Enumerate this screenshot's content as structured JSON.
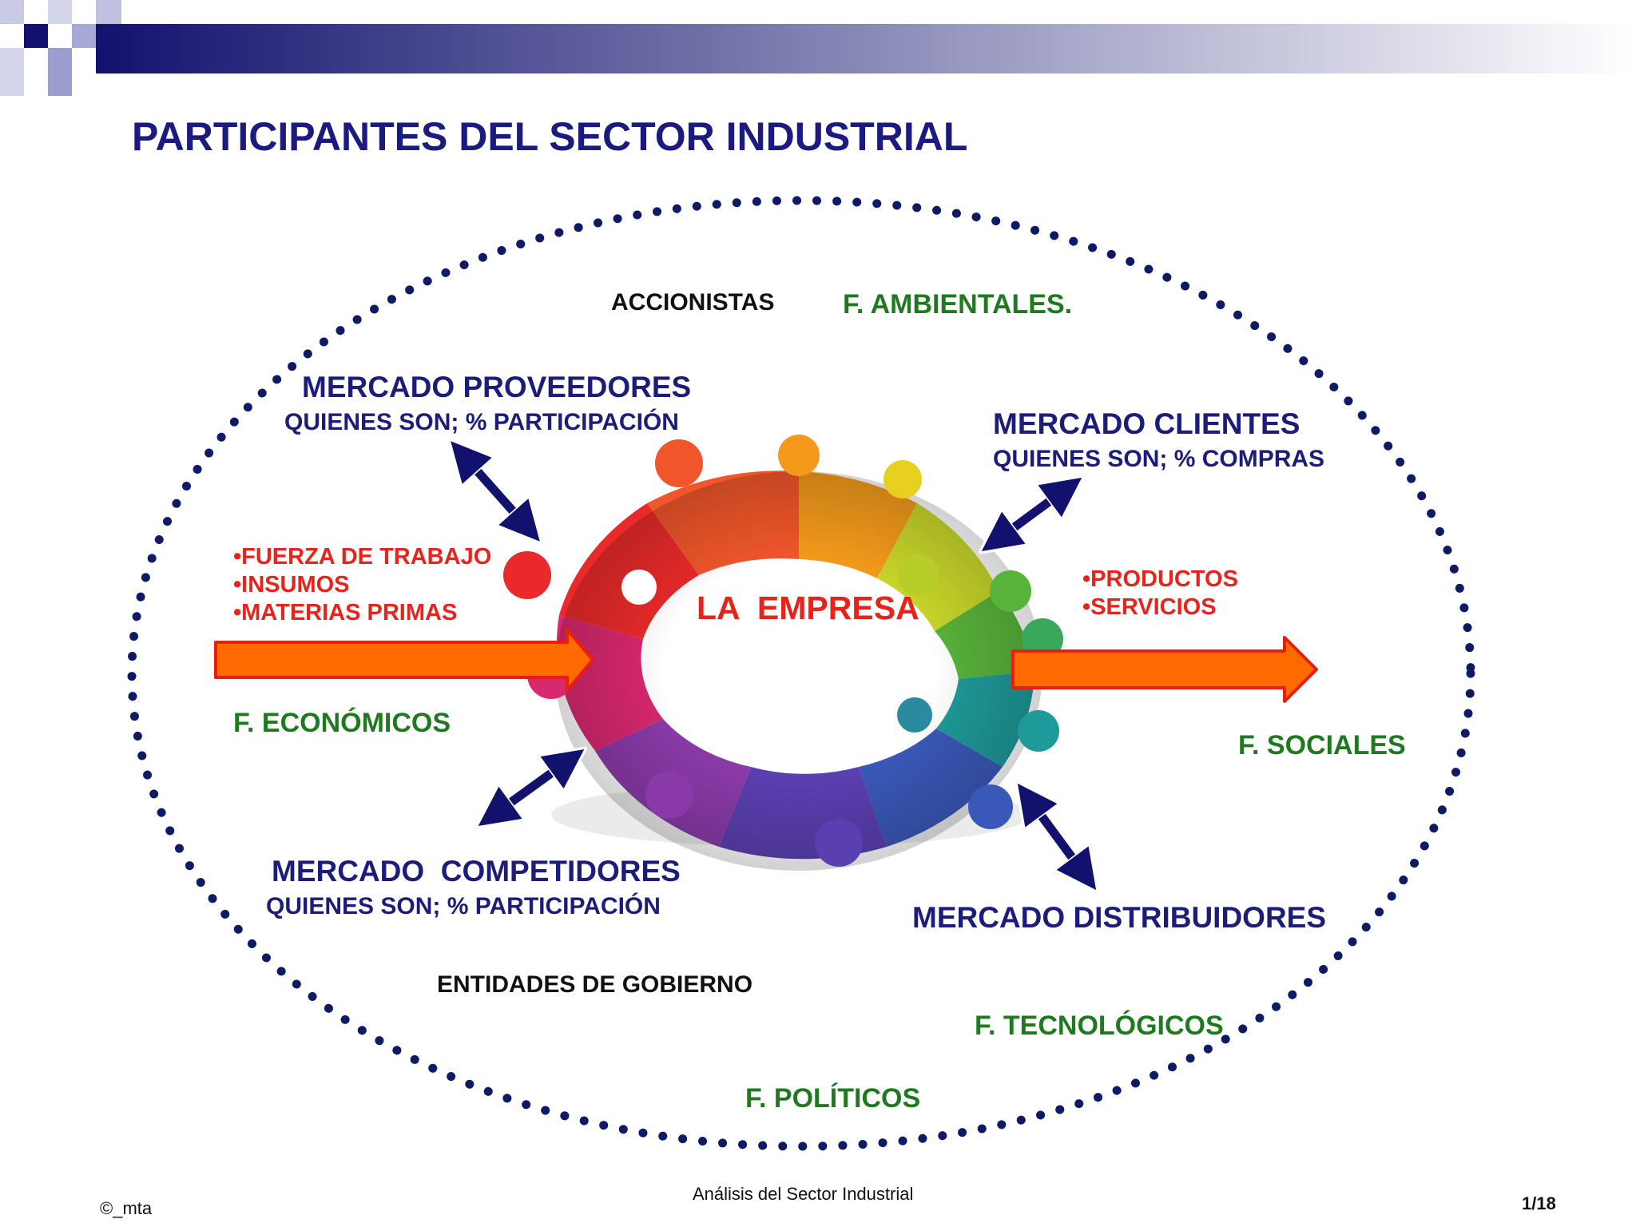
{
  "title": "PARTICIPANTES DEL SECTOR INDUSTRIAL",
  "labels": {
    "accionistas": "ACCIONISTAS",
    "f_ambientales": "F. AMBIENTALES.",
    "proveedores_title": "MERCADO PROVEEDORES",
    "proveedores_sub": "QUIENES SON; % PARTICIPACIÓN",
    "clientes_title": "MERCADO CLIENTES",
    "clientes_sub": "QUIENES SON; % COMPRAS",
    "inputs": [
      "•FUERZA DE TRABAJO",
      "•INSUMOS",
      "•MATERIAS PRIMAS"
    ],
    "outputs": [
      "•PRODUCTOS",
      "•SERVICIOS"
    ],
    "empresa": "LA  EMPRESA",
    "f_economicos": "F. ECONÓMICOS",
    "f_sociales": "F. SOCIALES",
    "competidores_title": "MERCADO  COMPETIDORES",
    "competidores_sub": "QUIENES SON; % PARTICIPACIÓN",
    "distribuidores_title": "MERCADO DISTRIBUIDORES",
    "gobierno": "ENTIDADES DE GOBIERNO",
    "f_tecnologicos": "F. TECNOLÓGICOS",
    "f_politicos": "F. POLÍTICOS"
  },
  "footer": {
    "copyright": "©_mta",
    "subject": "Análisis del Sector Industrial",
    "page": "1/18"
  },
  "colors": {
    "title_navy": "#1a1a80",
    "factor_green": "#1f7a1f",
    "input_red": "#e8231b",
    "arrow_orange": "#ff6a00",
    "dot_navy": "#0f1a66"
  },
  "icons": [
    "header-squares-decoration",
    "double-arrow-icon",
    "flow-arrow-icon",
    "puzzle-ring-image"
  ]
}
